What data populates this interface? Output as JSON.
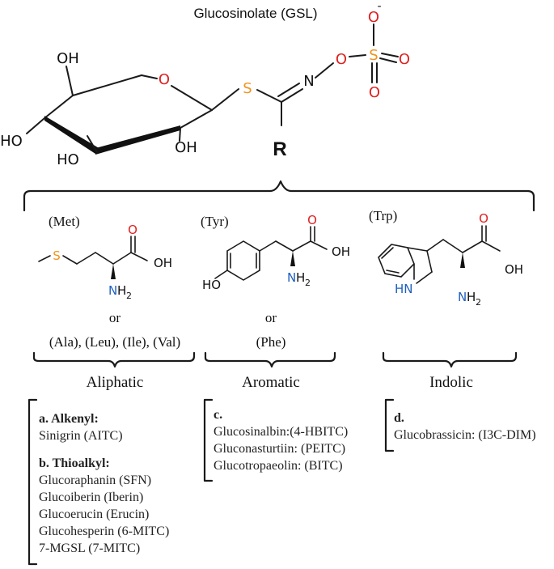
{
  "title": "Glucosinolate (GSL)",
  "gsl": {
    "oh1": "OH",
    "o_ring": "O",
    "ho_left": "HO",
    "ho_bottom": "HO",
    "oh_right": "OH",
    "s": "S",
    "n": "N",
    "o_link": "O",
    "s_sulf": "S",
    "o_top": "O",
    "o_charge": "-",
    "o_right": "O",
    "o_bottom": "O",
    "r": "R"
  },
  "groups": [
    {
      "amino": "(Met)",
      "atoms": {
        "s": "S",
        "o": "O",
        "oh": "OH",
        "n": "N",
        "h": "H",
        "sub": "2"
      },
      "or": "or",
      "alt": "(Ala), (Leu), (Ile), (Val)",
      "category": "Aliphatic",
      "box": {
        "sections": [
          {
            "header": "a. Alkenyl:",
            "items": [
              "Sinigrin (AITC)"
            ]
          },
          {
            "header": "b. Thioalkyl:",
            "items": [
              "Glucoraphanin (SFN)",
              "Glucoiberin (Iberin)",
              "Glucoerucin (Erucin)",
              "Glucohesperin (6-MITC)",
              "7-MGSL (7-MITC)"
            ]
          }
        ]
      }
    },
    {
      "amino": "(Tyr)",
      "atoms": {
        "ho": "HO",
        "o": "O",
        "oh": "OH",
        "n": "N",
        "h": "H",
        "sub": "2"
      },
      "or": "or",
      "alt": "(Phe)",
      "category": "Aromatic",
      "box": {
        "sections": [
          {
            "header": "c.",
            "items": [
              "Glucosinalbin:(4-HBITC)",
              "Gluconasturtiin: (PEITC)",
              "Glucotropaeolin: (BITC)"
            ]
          }
        ]
      }
    },
    {
      "amino": "(Trp)",
      "atoms": {
        "hn": "HN",
        "o": "O",
        "oh": "OH",
        "n": "N",
        "h": "H",
        "sub": "2"
      },
      "category": "Indolic",
      "box": {
        "sections": [
          {
            "header": "d.",
            "items": [
              "Glucobrassicin: (I3C-DIM)"
            ]
          }
        ]
      }
    }
  ],
  "colors": {
    "oxygen": "#e02020",
    "sulfur": "#f0931e",
    "nitrogen": "#1f5fbf"
  }
}
